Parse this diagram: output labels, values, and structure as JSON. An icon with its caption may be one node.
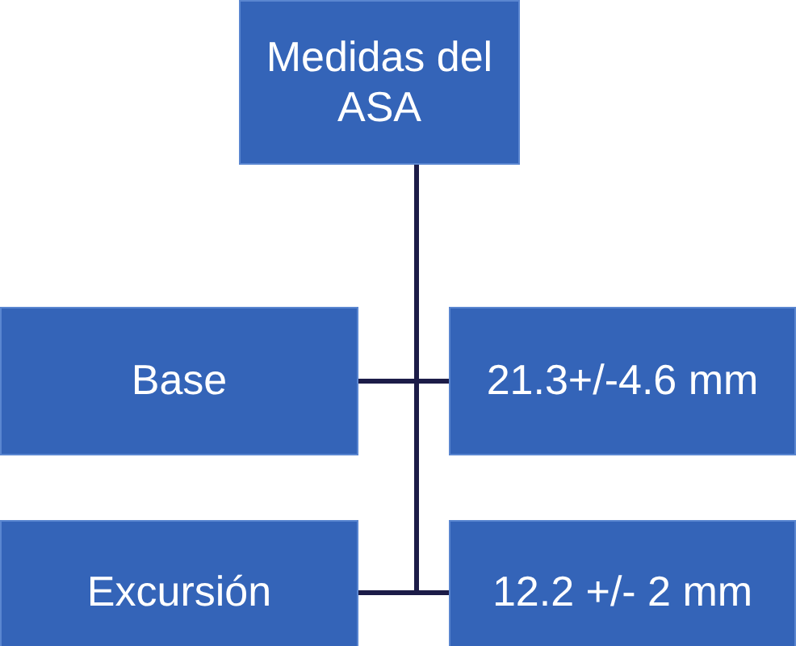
{
  "diagram": {
    "nodes": [
      {
        "text": [
          "Medidas del ASA"
        ]
      },
      {
        "text": [
          "Base"
        ]
      },
      {
        "text": [
          "21.3+/-4.6 mm"
        ]
      },
      {
        "text": [
          "Excursión"
        ]
      },
      {
        "text": [
          "12.2 +/- 2 mm"
        ]
      }
    ],
    "edges": [
      {
        "from": 0,
        "to": 1,
        "arrow": "none"
      },
      {
        "from": 1,
        "to": 2,
        "arrow": "none"
      },
      {
        "from": 0,
        "to": 3,
        "arrow": "none"
      },
      {
        "from": 3,
        "to": 4,
        "arrow": "none"
      }
    ]
  }
}
